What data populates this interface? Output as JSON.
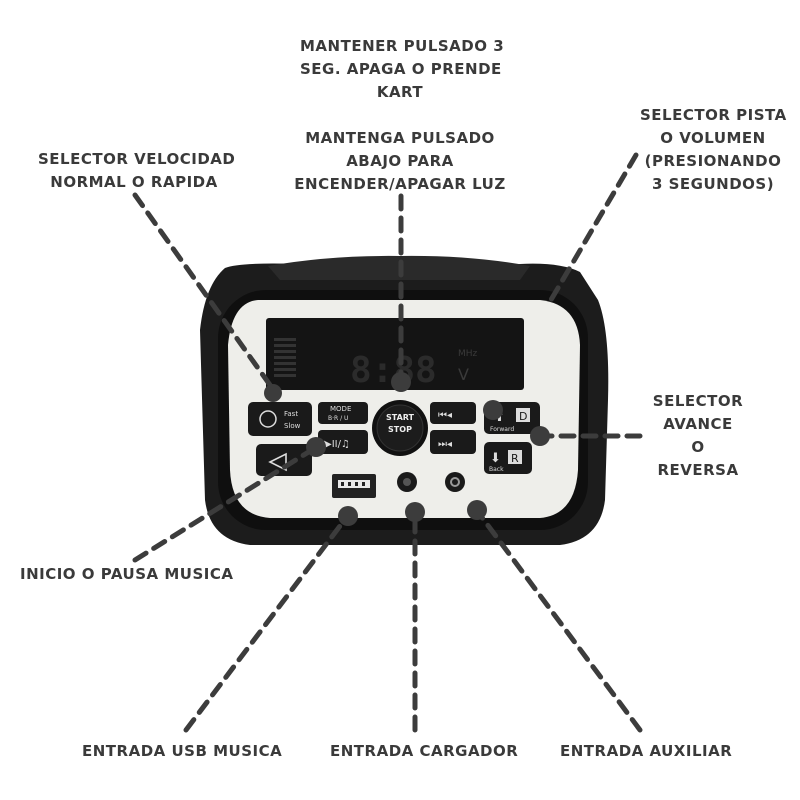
{
  "labels": {
    "power_kart": [
      "MANTENER PULSADO 3",
      "SEG. APAGA O PRENDE",
      "KART"
    ],
    "light": [
      "MANTENGA PULSADO",
      "ABAJO PARA",
      "ENCENDER/APAGAR LUZ"
    ],
    "speed": [
      "SELECTOR VELOCIDAD",
      "NORMAL O RAPIDA"
    ],
    "track_volume": [
      "SELECTOR PISTA",
      "O VOLUMEN",
      "(PRESIONANDO",
      "3 SEGUNDOS)"
    ],
    "direction": [
      "SELECTOR",
      "AVANCE",
      "O",
      "REVERSA"
    ],
    "play_pause": "INICIO O PAUSA MUSICA",
    "usb": "ENTRADA USB MUSICA",
    "charger": "ENTRADA CARGADOR",
    "aux": "ENTRADA AUXILIAR"
  },
  "panel": {
    "fast": "Fast",
    "slow": "Slow",
    "mode": "MODE",
    "mode_sub": "B·R / U",
    "start": "START",
    "stop": "STOP",
    "forward": "Forward",
    "back": "Back",
    "d": "D",
    "r": "R",
    "mhz": "MHz",
    "v": "V",
    "display": "8:88"
  },
  "colors": {
    "text": "#3a3a3a",
    "leader": "#3c3c3c",
    "panel_frame": "#1c1c1c",
    "panel_face": "#eeeeea",
    "display": "#141414"
  }
}
